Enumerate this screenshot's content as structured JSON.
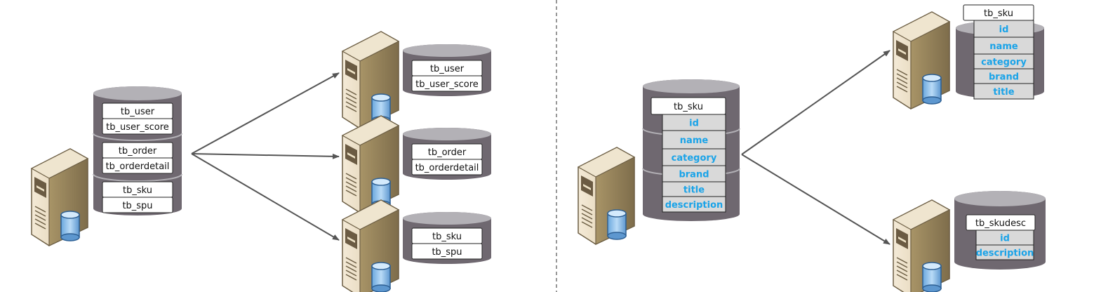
{
  "vertical_split": {
    "original_db": {
      "tables": [
        "tb_user",
        "tb_user_score",
        "tb_order",
        "tb_orderdetail",
        "tb_sku",
        "tb_spu"
      ]
    },
    "shards": [
      {
        "tables": [
          "tb_user",
          "tb_user_score"
        ]
      },
      {
        "tables": [
          "tb_order",
          "tb_orderdetail"
        ]
      },
      {
        "tables": [
          "tb_sku",
          "tb_spu"
        ]
      }
    ]
  },
  "table_split": {
    "original_table": {
      "name": "tb_sku",
      "fields": [
        "id",
        "name",
        "category",
        "brand",
        "title",
        "description"
      ]
    },
    "splits": [
      {
        "name": "tb_sku",
        "fields": [
          "id",
          "name",
          "category",
          "brand",
          "title"
        ]
      },
      {
        "name": "tb_skudesc",
        "fields": [
          "id",
          "description"
        ]
      }
    ]
  },
  "colors": {
    "field_text": "#1aa3e8",
    "db_body": "#6f6870",
    "db_top": "#b3b1b6",
    "arrow": "#555555",
    "field_bg": "#d9d9d9"
  }
}
